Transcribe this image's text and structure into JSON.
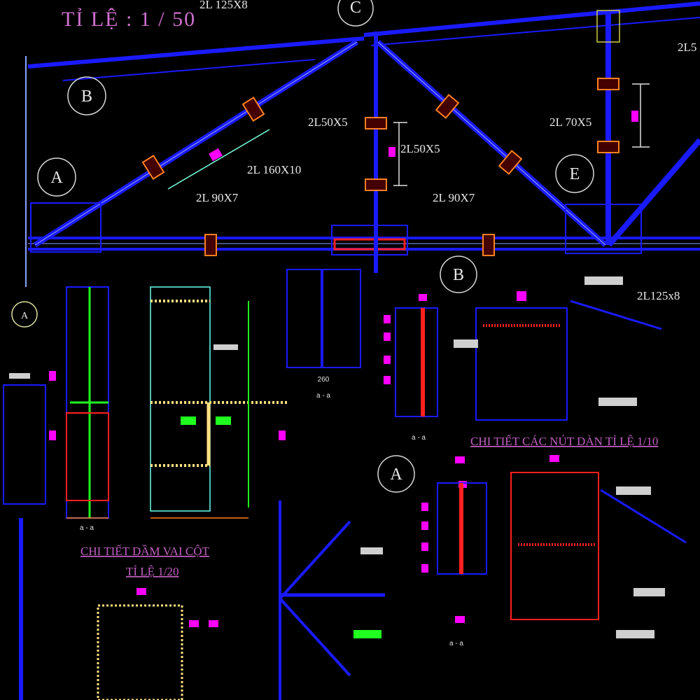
{
  "drawing": {
    "scale_title": "TỈ LỆ : 1 / 50",
    "members": {
      "top_chord": "2L 125X8",
      "diag_left": "2L 160X10",
      "bottom_left": "2L 90X7",
      "bottom_right": "2L 90X7",
      "vert_center_a": "2L50X5",
      "vert_center_b": "2L50X5",
      "vert_right": "2L 70X5",
      "right_edge": "2L5",
      "node_detail": "2L125x8"
    },
    "bubbles": {
      "a": "A",
      "b": "B",
      "c": "C",
      "e": "E",
      "b2": "B",
      "a2": "A",
      "grid_a": "A"
    },
    "details": {
      "nodes_title": "CHI TIẾT CÁC NÚT DÀN TỈ LỆ 1/10",
      "bracket_title": "CHI TIẾT DẦM VAI CỘT",
      "bracket_scale": "TỈ LỆ 1/20",
      "dim_260": "260",
      "section_1": "a - a",
      "section_2": "a - a",
      "section_3": "a - a",
      "section_4": "a - a"
    },
    "colors": {
      "background": "#000000",
      "member": "#1a1aff",
      "bolt": "#ff2020",
      "marker": "#ff00ff",
      "weld": "#20ff20",
      "title": "#d070d0"
    }
  }
}
